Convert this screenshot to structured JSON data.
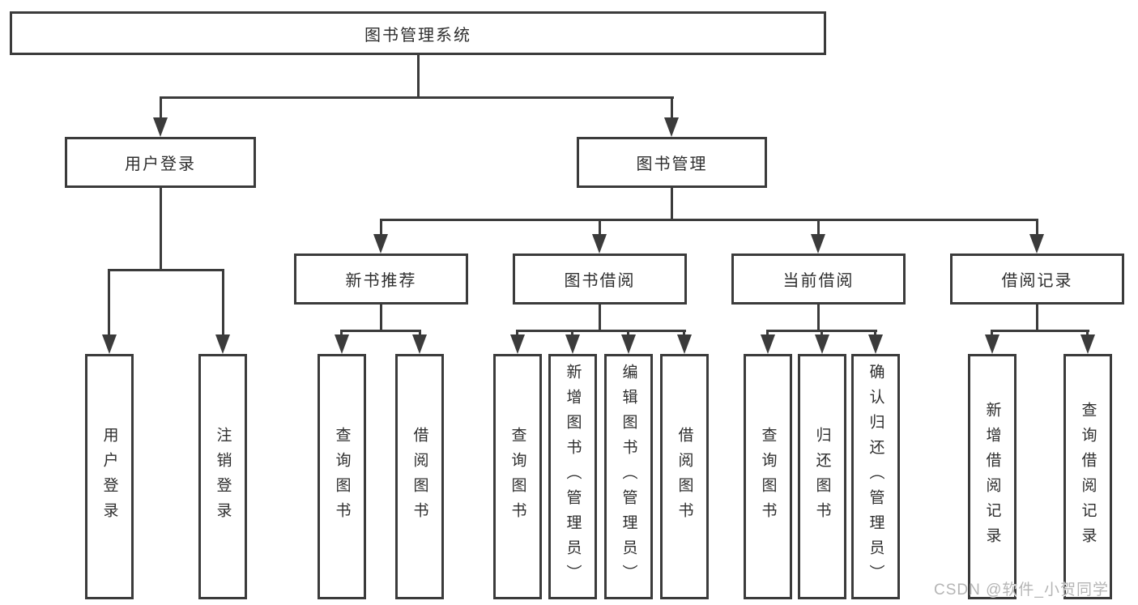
{
  "diagram": {
    "root": {
      "label": "图书管理系统"
    },
    "level1": {
      "user_login": {
        "label": "用户登录"
      },
      "book_management": {
        "label": "图书管理"
      }
    },
    "level2": {
      "new_book_recommend": {
        "label": "新书推荐"
      },
      "book_borrowing": {
        "label": "图书借阅"
      },
      "current_borrowing": {
        "label": "当前借阅"
      },
      "borrowing_records": {
        "label": "借阅记录"
      }
    },
    "leaves": {
      "login": {
        "label": "用户登录"
      },
      "logout": {
        "label": "注销登录"
      },
      "recommend_query": {
        "label": "查询图书"
      },
      "recommend_borrow": {
        "label": "借阅图书"
      },
      "borrowing_query": {
        "label": "查询图书"
      },
      "borrowing_add_admin": {
        "label": "新增图书（管理员）"
      },
      "borrowing_edit_admin": {
        "label": "编辑图书（管理员）"
      },
      "borrowing_borrow": {
        "label": "借阅图书"
      },
      "current_query": {
        "label": "查询图书"
      },
      "current_return": {
        "label": "归还图书"
      },
      "current_confirm_admin": {
        "label": "确认归还（管理员）"
      },
      "records_add": {
        "label": "新增借阅记录"
      },
      "records_query": {
        "label": "查询借阅记录"
      }
    }
  },
  "watermark": {
    "text": "CSDN @软件_小贺同学"
  },
  "colors": {
    "line": "#3b3b3b",
    "text": "#2e2e2e",
    "watermark": "#b5b5b5",
    "background": "#ffffff"
  }
}
